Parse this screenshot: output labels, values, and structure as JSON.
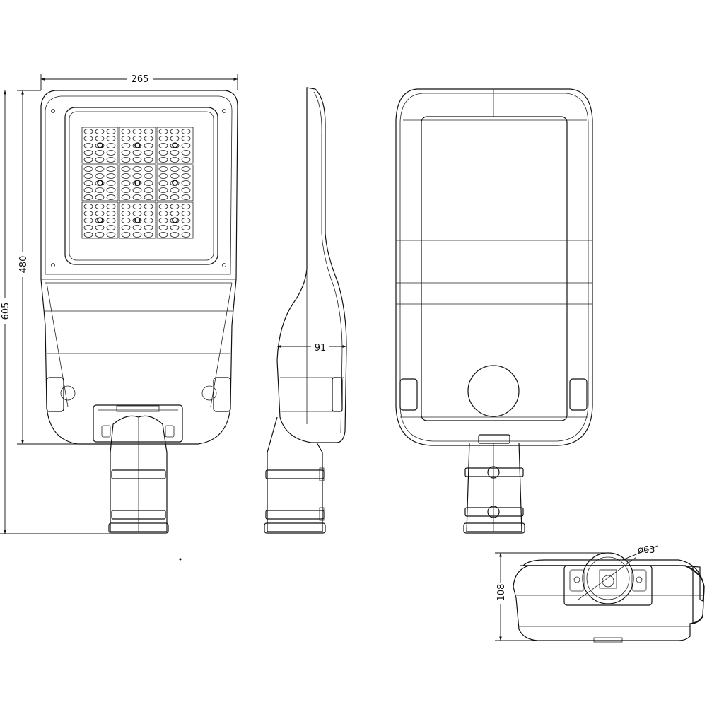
{
  "dimensions": {
    "width": "265",
    "housing_length": "480",
    "total_length": "605",
    "side_depth": "91",
    "rear_height": "108",
    "spigot_diameter": "ø63"
  },
  "stray_mark": "•"
}
